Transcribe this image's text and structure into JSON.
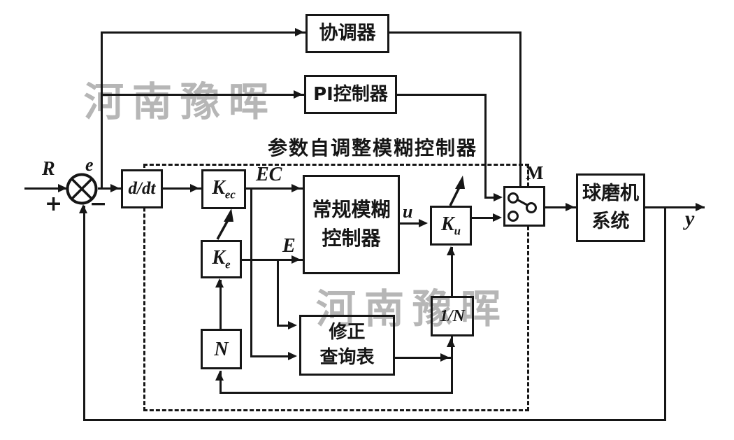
{
  "title": "参数自调整模糊控制器",
  "watermark": {
    "text": "河南豫晖",
    "color": "#b6b6b6"
  },
  "blocks": {
    "coordinator": {
      "label": "协调器"
    },
    "pi_controller": {
      "label": "PI控制器"
    },
    "derivative": {
      "label": "d/dt"
    },
    "kec": {
      "main": "K",
      "sub": "ec"
    },
    "ke": {
      "main": "K",
      "sub": "e"
    },
    "ku": {
      "main": "K",
      "sub": "u"
    },
    "fuzzy_controller": {
      "line1": "常规模糊",
      "line2": "控制器"
    },
    "n_block": {
      "label": "N"
    },
    "inv_n_block": {
      "label": "1/N"
    },
    "lookup_table": {
      "line1": "修正",
      "line2": "查询表"
    },
    "switch": {
      "label": "M"
    },
    "ball_mill": {
      "line1": "球磨机",
      "line2": "系统"
    }
  },
  "signals": {
    "input": "R",
    "error": "e",
    "plus": "+",
    "minus": "−",
    "ec": "EC",
    "e_scaled": "E",
    "u": "u",
    "output": "y"
  }
}
